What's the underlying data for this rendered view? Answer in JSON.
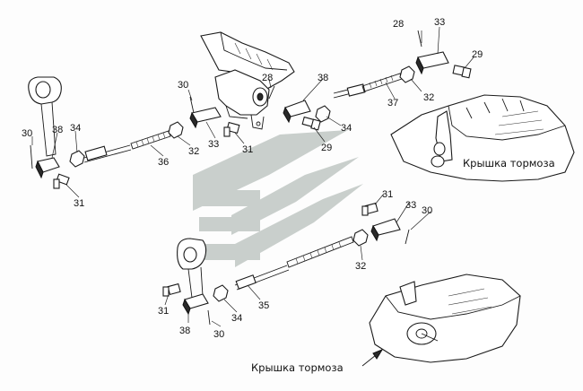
{
  "labels": {
    "l28a": "28",
    "l33a": "33",
    "l29a": "29",
    "l38a": "38",
    "l28b": "28",
    "l30a": "30",
    "l32a": "32",
    "l37": "37",
    "l34a": "34",
    "l29b": "29",
    "l30b": "30",
    "l38b": "38",
    "l34b": "34",
    "l33b": "33",
    "l31a": "31",
    "l36": "36",
    "l32b": "32",
    "l31b": "31",
    "l31c": "31",
    "l33c": "33",
    "l30c": "30",
    "l32c": "32",
    "l35": "35",
    "l31d": "31",
    "l38c": "38",
    "l34c": "34",
    "l30d": "30"
  },
  "captions": {
    "upper": "Крышка тормоза",
    "lower": "Крышка тормоза"
  }
}
